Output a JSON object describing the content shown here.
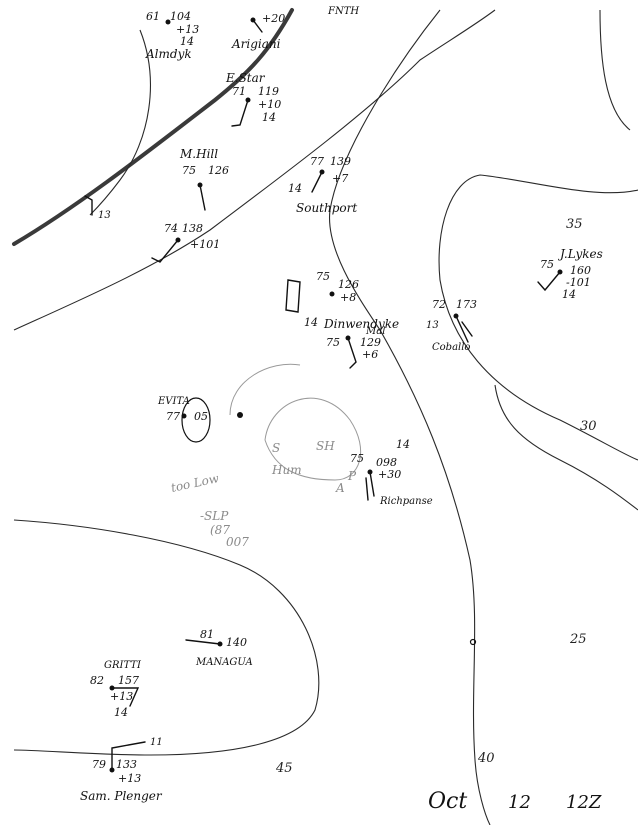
{
  "date_label": {
    "month_day": "Oct",
    "day": "12",
    "hour": "12Z"
  },
  "isobar_labels": [
    "35",
    "30",
    "25",
    "45",
    "40",
    "13"
  ],
  "stations": [
    {
      "name": "Almdyk",
      "temp": "61",
      "pressure": "104",
      "tendency": "+13",
      "extra": "14"
    },
    {
      "name": "Arigiani",
      "temp": "",
      "pressure": "+20",
      "tendency": "",
      "extra": ""
    },
    {
      "name": "E.Star",
      "temp": "71",
      "pressure": "119",
      "tendency": "+10",
      "extra": "14"
    },
    {
      "name": "M.Hill",
      "temp": "75",
      "pressure": "126",
      "tendency": "",
      "extra": ""
    },
    {
      "name": "",
      "temp": "74",
      "pressure": "138",
      "tendency": "+101",
      "extra": ""
    },
    {
      "name": "Southport",
      "temp": "77",
      "pressure": "139",
      "tendency": "+7",
      "extra": "14"
    },
    {
      "name": "J.Lykes",
      "temp": "75",
      "pressure": "160",
      "tendency": "-101",
      "extra": "14"
    },
    {
      "name": "Dinwendyke",
      "temp": "75",
      "pressure": "126",
      "tendency": "+8",
      "extra": "14"
    },
    {
      "name": "Mal",
      "temp": "75",
      "pressure": "129",
      "tendency": "+6",
      "extra": ""
    },
    {
      "name": "Coballo",
      "temp": "72",
      "pressure": "173",
      "tendency": "",
      "extra": "13"
    },
    {
      "name": "EVITA",
      "temp": "77",
      "pressure": "05",
      "tendency": "",
      "extra": ""
    },
    {
      "name": "Richpanse",
      "temp": "75",
      "pressure": "098",
      "tendency": "+30",
      "extra": "14"
    },
    {
      "name": "MANAGUA",
      "temp": "81",
      "pressure": "140",
      "tendency": "",
      "extra": ""
    },
    {
      "name": "GRITTI",
      "temp": "82",
      "pressure": "157",
      "tendency": "+13",
      "extra": "14"
    },
    {
      "name": "Sam. Plenger",
      "temp": "79",
      "pressure": "133",
      "tendency": "+13",
      "extra": "11"
    }
  ],
  "annotations": {
    "low_note": "too Low",
    "low_note_2": "-SLP",
    "low_note_3": "(87",
    "low_note_4": "007",
    "faint_s": "S",
    "faint_sh": "SH",
    "faint_hum": "Hum",
    "faint_a": "A",
    "faint_p": "P",
    "top_label": "FNTH"
  }
}
